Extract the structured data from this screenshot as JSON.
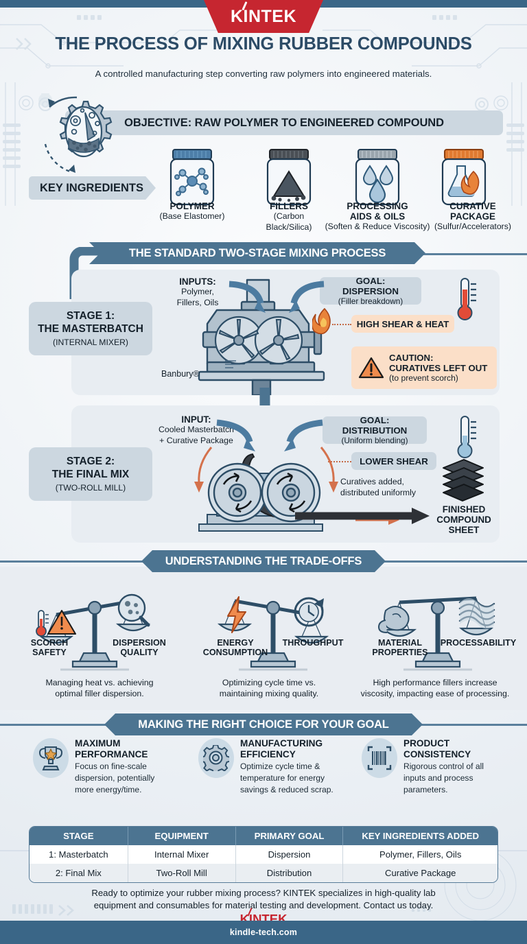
{
  "brand": {
    "name": "KINTEK",
    "color": "#c62630",
    "footer_url": "kindle-tech.com"
  },
  "header": {
    "title": "THE PROCESS OF MIXING RUBBER COMPOUNDS",
    "subtitle": "A controlled manufacturing step converting raw polymers into engineered materials."
  },
  "objective": {
    "banner": "OBJECTIVE: RAW POLYMER TO ENGINEERED COMPOUND"
  },
  "ingredients": {
    "label": "KEY INGREDIENTS",
    "items": [
      {
        "name": "POLYMER",
        "sub": "(Base Elastomer)",
        "lid": "#4d7ea8",
        "icon": "molecule-icon"
      },
      {
        "name": "FILLERS",
        "sub": "(Carbon Black/Silica)",
        "lid": "#4a4f55",
        "icon": "powder-pile-icon"
      },
      {
        "name": "PROCESSING\nAIDS & OILS",
        "line1": "PROCESSING",
        "line2": "AIDS & OILS",
        "sub": "(Soften & Reduce Viscosity)",
        "lid": "#9aa5ad",
        "icon": "oil-droplets-icon"
      },
      {
        "name": "CURATIVE\nPACKAGE",
        "line1": "CURATIVE",
        "line2": "PACKAGE",
        "sub": "(Sulfur/Accelerators)",
        "lid": "#e07a30",
        "icon": "flask-flame-icon"
      }
    ]
  },
  "process": {
    "banner": "THE STANDARD TWO-STAGE MIXING PROCESS",
    "stage1": {
      "title_line1": "STAGE 1:",
      "title_line2": "THE MASTERBATCH",
      "subtitle": "(INTERNAL MIXER)",
      "input_head": "INPUTS:",
      "input_line1": "Polymer,",
      "input_line2": "Fillers, Oils",
      "goal_head": "GOAL: DISPERSION",
      "goal_sub": "(Filler breakdown)",
      "shear": "HIGH SHEAR & HEAT",
      "caution_l1": "CAUTION:",
      "caution_l2": "CURATIVES LEFT OUT",
      "caution_l3": "(to prevent scorch)",
      "machine_label": "Banbury®"
    },
    "stage2": {
      "title_line1": "STAGE 2:",
      "title_line2": "THE FINAL MIX",
      "subtitle": "(TWO-ROLL MILL)",
      "input_head": "INPUT:",
      "input_line1": "Cooled Masterbatch",
      "input_line2": "+ Curative Package",
      "goal_head": "GOAL: DISTRIBUTION",
      "goal_sub": "(Uniform blending)",
      "shear": "LOWER SHEAR",
      "note_l1": "Curatives added,",
      "note_l2": "distributed uniformly",
      "out_l1": "FINISHED",
      "out_l2": "COMPOUND",
      "out_l3": "SHEET"
    }
  },
  "tradeoffs": {
    "banner": "UNDERSTANDING THE TRADE-OFFS",
    "items": [
      {
        "left_l1": "SCORCH",
        "left_l2": "SAFETY",
        "right_l1": "DISPERSION",
        "right_l2": "QUALITY",
        "caption_l1": "Managing heat vs. achieving",
        "caption_l2": "optimal filler dispersion.",
        "left_icon": "thermometer-warning-icon",
        "right_icon": "magnifier-dispersion-icon",
        "tilt": "left"
      },
      {
        "left_l1": "ENERGY",
        "left_l2": "CONSUMPTION",
        "right_l1": "THROUGHPUT",
        "right_l2": "",
        "caption_l1": "Optimizing cycle time vs.",
        "caption_l2": "maintaining mixing quality.",
        "left_icon": "lightning-bolt-icon",
        "right_icon": "clock-cycle-icon",
        "tilt": "right"
      },
      {
        "left_l1": "MATERIAL",
        "left_l2": "PROPERTIES",
        "right_l1": "PROCESSABILITY",
        "right_l2": "",
        "caption_l1": "High performance fillers increase",
        "caption_l2": "viscosity, impacting ease of processing.",
        "left_icon": "muscle-arm-icon",
        "right_icon": "rubber-sheets-icon",
        "tilt": "right"
      }
    ]
  },
  "choices": {
    "banner": "MAKING THE RIGHT CHOICE FOR YOUR GOAL",
    "items": [
      {
        "head_l1": "MAXIMUM",
        "head_l2": "PERFORMANCE",
        "body_l1": "Focus on fine-scale",
        "body_l2": "dispersion, potentially",
        "body_l3": "more energy/time.",
        "icon": "trophy-icon"
      },
      {
        "head_l1": "MANUFACTURING",
        "head_l2": "EFFICIENCY",
        "body_l1": "Optimize cycle time &",
        "body_l2": "temperature for energy",
        "body_l3": "savings & reduced scrap.",
        "icon": "gear-icon"
      },
      {
        "head_l1": "PRODUCT",
        "head_l2": "CONSISTENCY",
        "body_l1": "Rigorous control of all",
        "body_l2": "inputs and process",
        "body_l3": "parameters.",
        "icon": "barcode-icon"
      }
    ]
  },
  "summary_table": {
    "columns": [
      "STAGE",
      "EQUIPMENT",
      "PRIMARY GOAL",
      "KEY INGREDIENTS ADDED"
    ],
    "rows": [
      [
        "1: Masterbatch",
        "Internal Mixer",
        "Dispersion",
        "Polymer, Fillers, Oils"
      ],
      [
        "2: Final Mix",
        "Two-Roll Mill",
        "Distribution",
        "Curative Package"
      ]
    ]
  },
  "cta": {
    "line1": "Ready to optimize your rubber mixing process? KINTEK specializes in high-quality lab",
    "line2": "equipment and consumables for material testing and development. Contact us today."
  }
}
